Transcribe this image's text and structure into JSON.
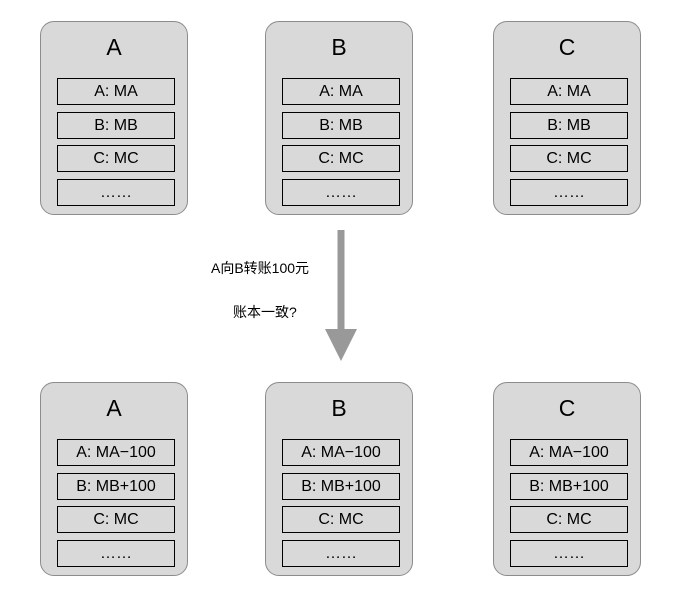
{
  "diagram": {
    "caption_transfer": "A向B转账100元",
    "caption_question": "账本一致?",
    "arrow_color": "#999999",
    "node_fill": "#d9d9d9",
    "before": [
      {
        "name": "A",
        "entries": [
          "A: MA",
          "B: MB",
          "C: MC",
          "……"
        ]
      },
      {
        "name": "B",
        "entries": [
          "A: MA",
          "B: MB",
          "C: MC",
          "……"
        ]
      },
      {
        "name": "C",
        "entries": [
          "A: MA",
          "B: MB",
          "C: MC",
          "……"
        ]
      }
    ],
    "after": [
      {
        "name": "A",
        "entries": [
          "A: MA−100",
          "B: MB+100",
          "C: MC",
          "……"
        ]
      },
      {
        "name": "B",
        "entries": [
          "A: MA−100",
          "B: MB+100",
          "C: MC",
          "……"
        ]
      },
      {
        "name": "C",
        "entries": [
          "A: MA−100",
          "B: MB+100",
          "C: MC",
          "……"
        ]
      }
    ]
  }
}
